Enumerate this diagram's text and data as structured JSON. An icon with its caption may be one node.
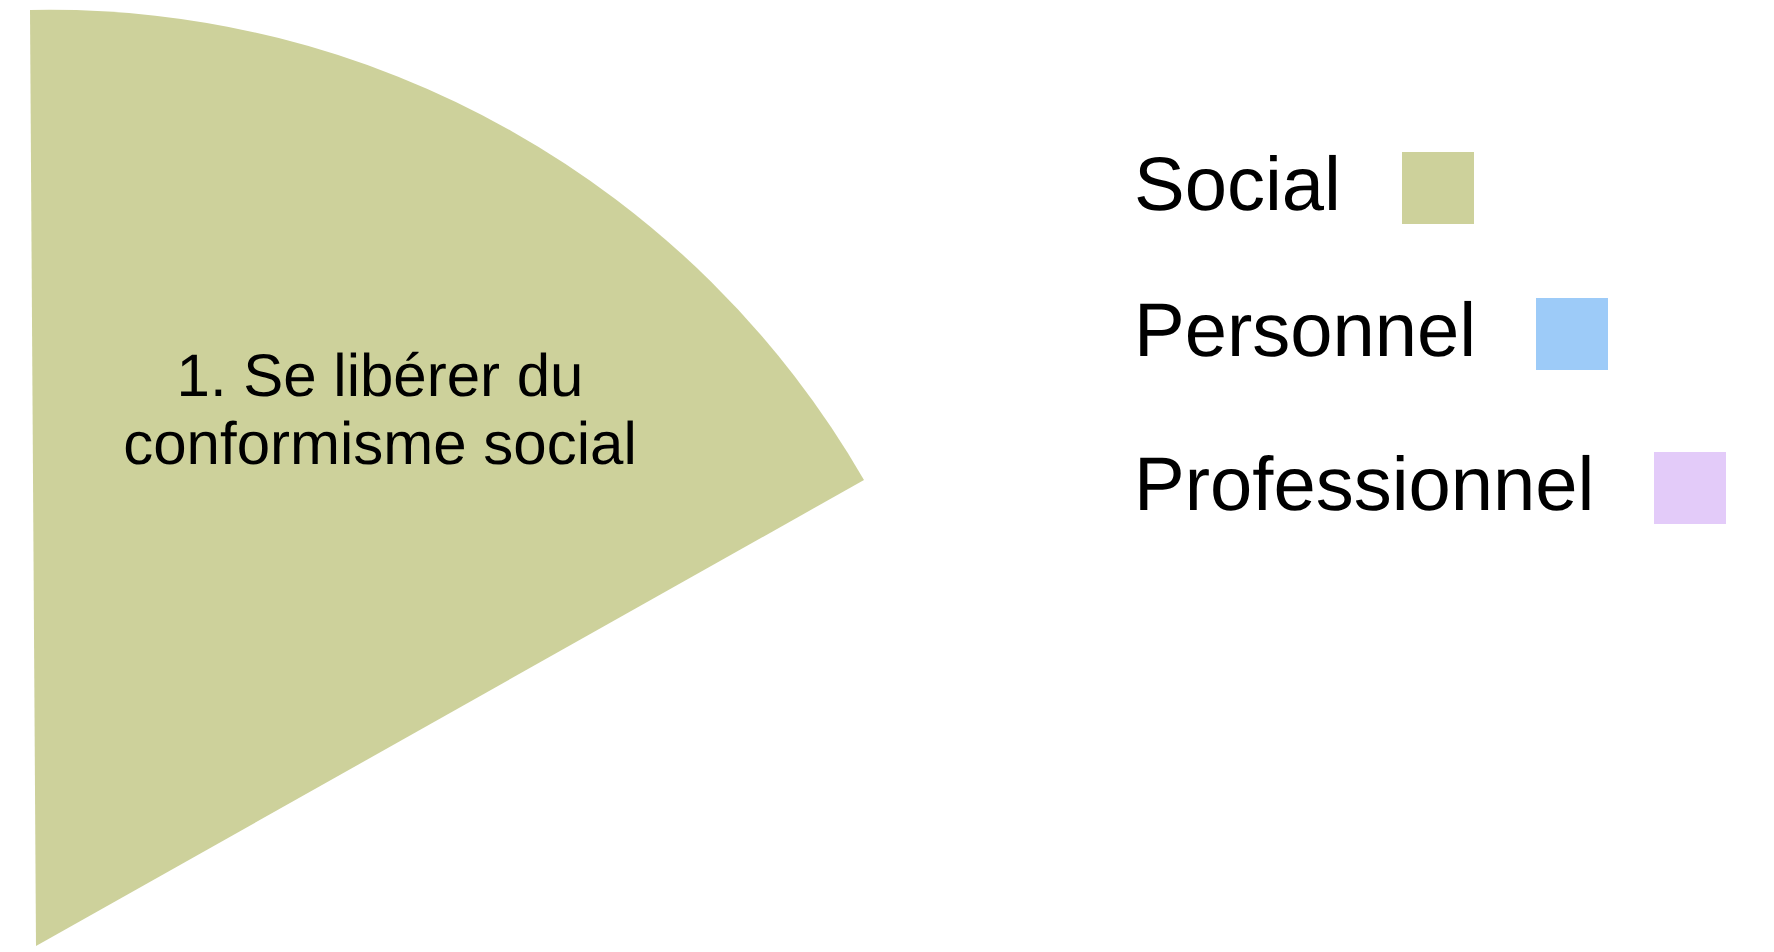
{
  "diagram": {
    "nodes": [
      {
        "text": [
          "1. Se libérer du conformisme social"
        ]
      }
    ],
    "edges": [],
    "legend": [
      {
        "text": "Social",
        "color": "#cdd19b"
      },
      {
        "text": "Personnel",
        "color": "#9dcbf8"
      },
      {
        "text": "Professionnel",
        "color": "#e3cbf9"
      }
    ]
  }
}
